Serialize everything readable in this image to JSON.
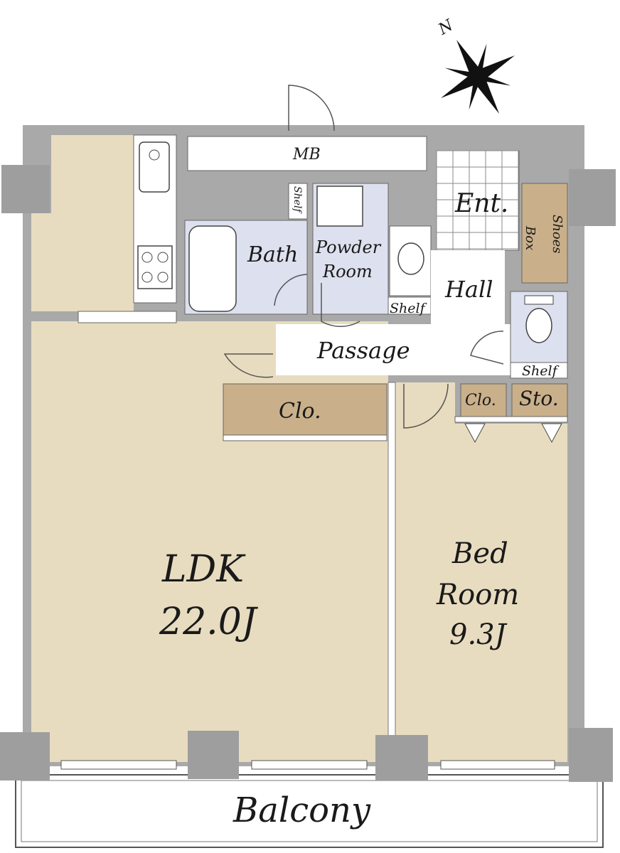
{
  "compass": {
    "north_label": "N"
  },
  "rooms": {
    "mb": "MB",
    "entrance": "Ent.",
    "shoes_box": [
      "Shoes",
      "Box"
    ],
    "bath": "Bath",
    "powder_room": [
      "Powder",
      "Room"
    ],
    "shelf_vertical": "Shelf",
    "shelf_powder": "Shelf",
    "hall": "Hall",
    "passage": "Passage",
    "shelf_toilet": "Shelf",
    "closet_ldk": "Clo.",
    "closet_small": "Clo.",
    "storage": "Sto.",
    "ldk": {
      "name": "LDK",
      "size": "22.0J"
    },
    "bedroom": {
      "name": [
        "Bed",
        "Room"
      ],
      "size": "9.3J"
    },
    "balcony": "Balcony"
  },
  "colors": {
    "floor": "#e8dcc0",
    "wet_area": "#dde0ee",
    "storage": "#c9b08a",
    "wall": "#a9a9a9",
    "pillar": "#9e9e9e",
    "white": "#ffffff"
  }
}
